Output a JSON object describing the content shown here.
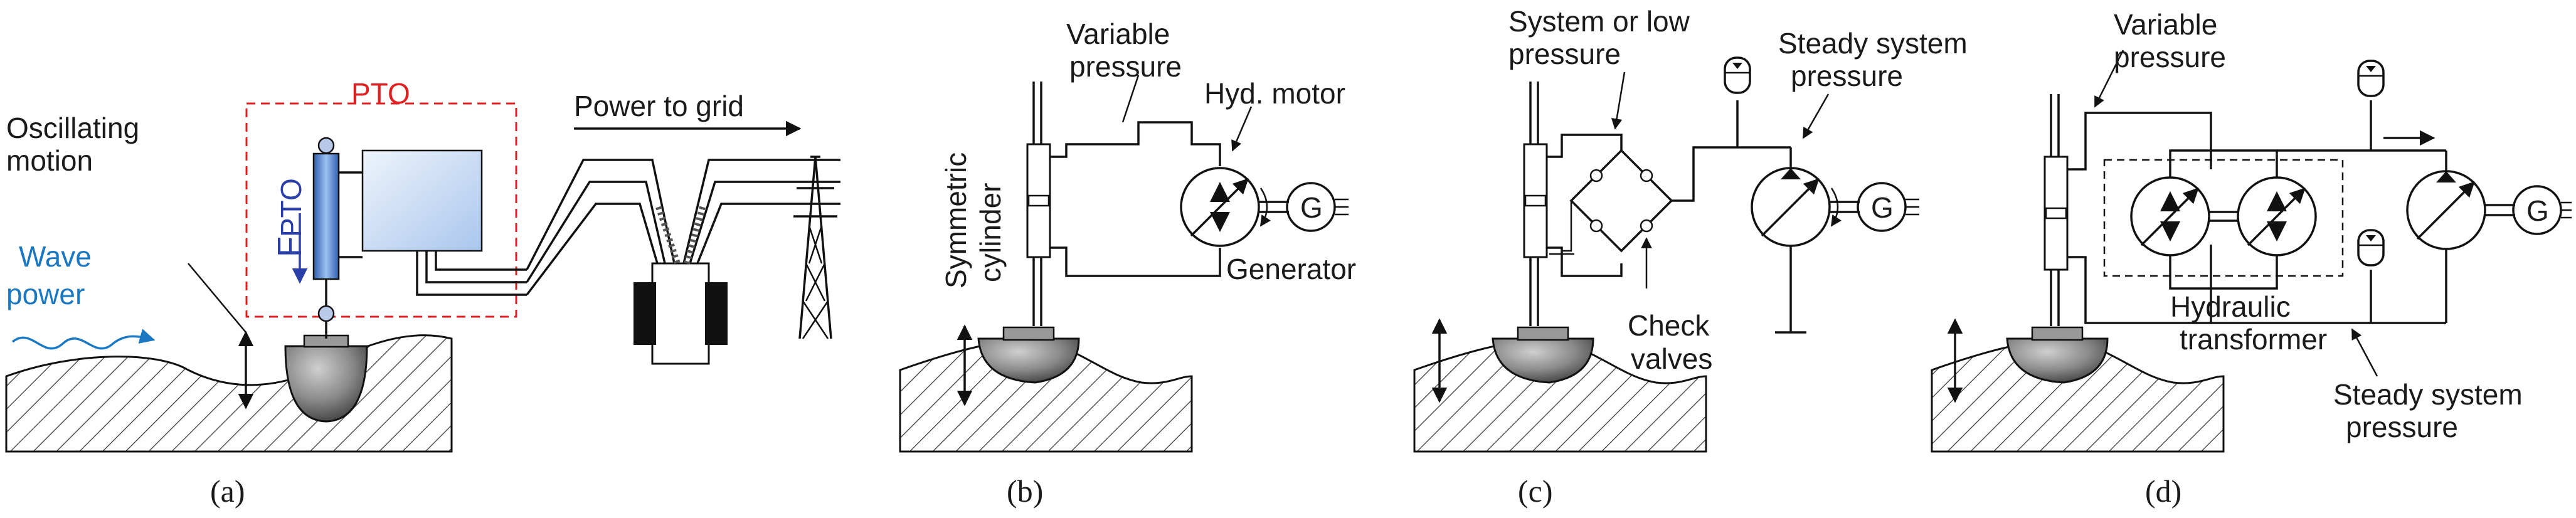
{
  "panel_a": {
    "caption": "(a)",
    "oscillating_motion": [
      "Oscillating",
      "motion"
    ],
    "pto": "PTO",
    "wave_power": [
      "Wave",
      "power"
    ],
    "fpto_main": "F",
    "fpto_sub": "PTO",
    "power_to_grid": "Power to grid"
  },
  "panel_b": {
    "caption": "(b)",
    "variable_pressure": [
      "Variable",
      "pressure"
    ],
    "symmetric_cylinder": [
      "Symmetric",
      "cylinder"
    ],
    "hyd_motor": "Hyd. motor",
    "generator": "Generator",
    "gen_letter": "G"
  },
  "panel_c": {
    "caption": "(c)",
    "system_or_low_pressure": [
      "System or low",
      "pressure"
    ],
    "steady_system_pressure": [
      "Steady system",
      "pressure"
    ],
    "check_valves": [
      "Check",
      "valves"
    ],
    "gen_letter": "G"
  },
  "panel_d": {
    "caption": "(d)",
    "variable_pressure": [
      "Variable",
      "pressure"
    ],
    "hydraulic_transformer": [
      "Hydraulic",
      "transformer"
    ],
    "steady_system_pressure": [
      "Steady system",
      "pressure"
    ],
    "gen_letter": "G"
  },
  "colors": {
    "pto_red": "#e02020",
    "wave_blue": "#1a78c2",
    "force_blue": "#2a3fa8",
    "cylinder_blue": "#5b8fd6",
    "box_blue": "#cfe0f6"
  }
}
